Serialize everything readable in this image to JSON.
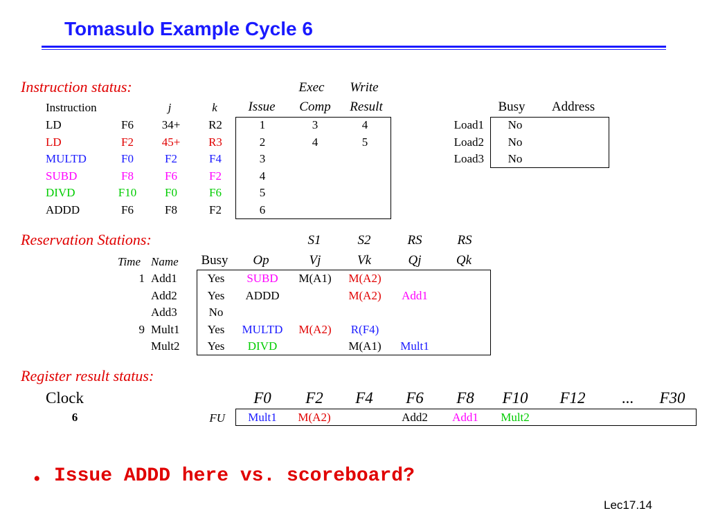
{
  "title": "Tomasulo Example Cycle 6",
  "colors": {
    "title": "#1a1aff",
    "section": "#e00000",
    "black": "#000000",
    "red": "#e00000",
    "blue": "#1a1aff",
    "magenta": "#ff00ff",
    "green": "#00cc00"
  },
  "instruction_status": {
    "label": "Instruction status:",
    "header_top": {
      "exec": "Exec",
      "write": "Write"
    },
    "header": {
      "instruction": "Instruction",
      "j": "j",
      "k": "k",
      "issue": "Issue",
      "comp": "Comp",
      "result": "Result"
    },
    "rows": [
      {
        "instr": "LD",
        "j": "F6",
        "k": "34+",
        "reg": "R2",
        "issue": "1",
        "comp": "3",
        "result": "4",
        "color": "#000000"
      },
      {
        "instr": "LD",
        "j": "F2",
        "k": "45+",
        "reg": "R3",
        "issue": "2",
        "comp": "4",
        "result": "5",
        "color": "#e00000"
      },
      {
        "instr": "MULTD",
        "j": "F0",
        "k": "F2",
        "reg": "F4",
        "issue": "3",
        "comp": "",
        "result": "",
        "color": "#1a1aff"
      },
      {
        "instr": "SUBD",
        "j": "F8",
        "k": "F6",
        "reg": "F2",
        "issue": "4",
        "comp": "",
        "result": "",
        "color": "#ff00ff"
      },
      {
        "instr": "DIVD",
        "j": "F10",
        "k": "F0",
        "reg": "F6",
        "issue": "5",
        "comp": "",
        "result": "",
        "color": "#00cc00"
      },
      {
        "instr": "ADDD",
        "j": "F6",
        "k": "F8",
        "reg": "F2",
        "issue": "6",
        "comp": "",
        "result": "",
        "color": "#000000"
      }
    ]
  },
  "load_buffers": {
    "header": {
      "busy": "Busy",
      "address": "Address"
    },
    "rows": [
      {
        "name": "Load1",
        "busy": "No",
        "address": ""
      },
      {
        "name": "Load2",
        "busy": "No",
        "address": ""
      },
      {
        "name": "Load3",
        "busy": "No",
        "address": ""
      }
    ]
  },
  "reservation_stations": {
    "label": "Reservation Stations:",
    "header_top": {
      "s1": "S1",
      "s2": "S2",
      "rs1": "RS",
      "rs2": "RS"
    },
    "header": {
      "time": "Time",
      "name": "Name",
      "busy": "Busy",
      "op": "Op",
      "vj": "Vj",
      "vk": "Vk",
      "qj": "Qj",
      "qk": "Qk"
    },
    "rows": [
      {
        "time": "1",
        "name": "Add1",
        "busy": "Yes",
        "op": "SUBD",
        "op_color": "#ff00ff",
        "vj": "M(A1)",
        "vj_color": "#000000",
        "vk": "M(A2)",
        "vk_color": "#e00000",
        "qj": "",
        "qj_color": "#000000",
        "qk": ""
      },
      {
        "time": "",
        "name": "Add2",
        "busy": "Yes",
        "op": "ADDD",
        "op_color": "#000000",
        "vj": "",
        "vj_color": "#000000",
        "vk": "M(A2)",
        "vk_color": "#e00000",
        "qj": "Add1",
        "qj_color": "#ff00ff",
        "qk": ""
      },
      {
        "time": "",
        "name": "Add3",
        "busy": "No",
        "op": "",
        "op_color": "#000000",
        "vj": "",
        "vj_color": "#000000",
        "vk": "",
        "vk_color": "#000000",
        "qj": "",
        "qj_color": "#000000",
        "qk": ""
      },
      {
        "time": "9",
        "name": "Mult1",
        "busy": "Yes",
        "op": "MULTD",
        "op_color": "#1a1aff",
        "vj": "M(A2)",
        "vj_color": "#e00000",
        "vk": "R(F4)",
        "vk_color": "#1a1aff",
        "qj": "",
        "qj_color": "#000000",
        "qk": ""
      },
      {
        "time": "",
        "name": "Mult2",
        "busy": "Yes",
        "op": "DIVD",
        "op_color": "#00cc00",
        "vj": "",
        "vj_color": "#000000",
        "vk": "M(A1)",
        "vk_color": "#000000",
        "qj": "Mult1",
        "qj_color": "#1a1aff",
        "qk": ""
      }
    ]
  },
  "register_status": {
    "label": "Register result status:",
    "clock_label": "Clock",
    "clock_value": "6",
    "fu_label": "FU",
    "registers": [
      {
        "name": "F0",
        "value": "Mult1",
        "color": "#1a1aff"
      },
      {
        "name": "F2",
        "value": "M(A2)",
        "color": "#e00000"
      },
      {
        "name": "F4",
        "value": "",
        "color": "#000000"
      },
      {
        "name": "F6",
        "value": "Add2",
        "color": "#000000"
      },
      {
        "name": "F8",
        "value": "Add1",
        "color": "#ff00ff"
      },
      {
        "name": "F10",
        "value": "Mult2",
        "color": "#00cc00"
      },
      {
        "name": "F12",
        "value": "",
        "color": "#000000"
      },
      {
        "name": "...",
        "value": "",
        "color": "#000000"
      },
      {
        "name": "F30",
        "value": "",
        "color": "#000000"
      }
    ]
  },
  "bullet": {
    "symbol": "•",
    "text": "Issue ADDD here vs. scoreboard?"
  },
  "footer": "Lec17.14"
}
